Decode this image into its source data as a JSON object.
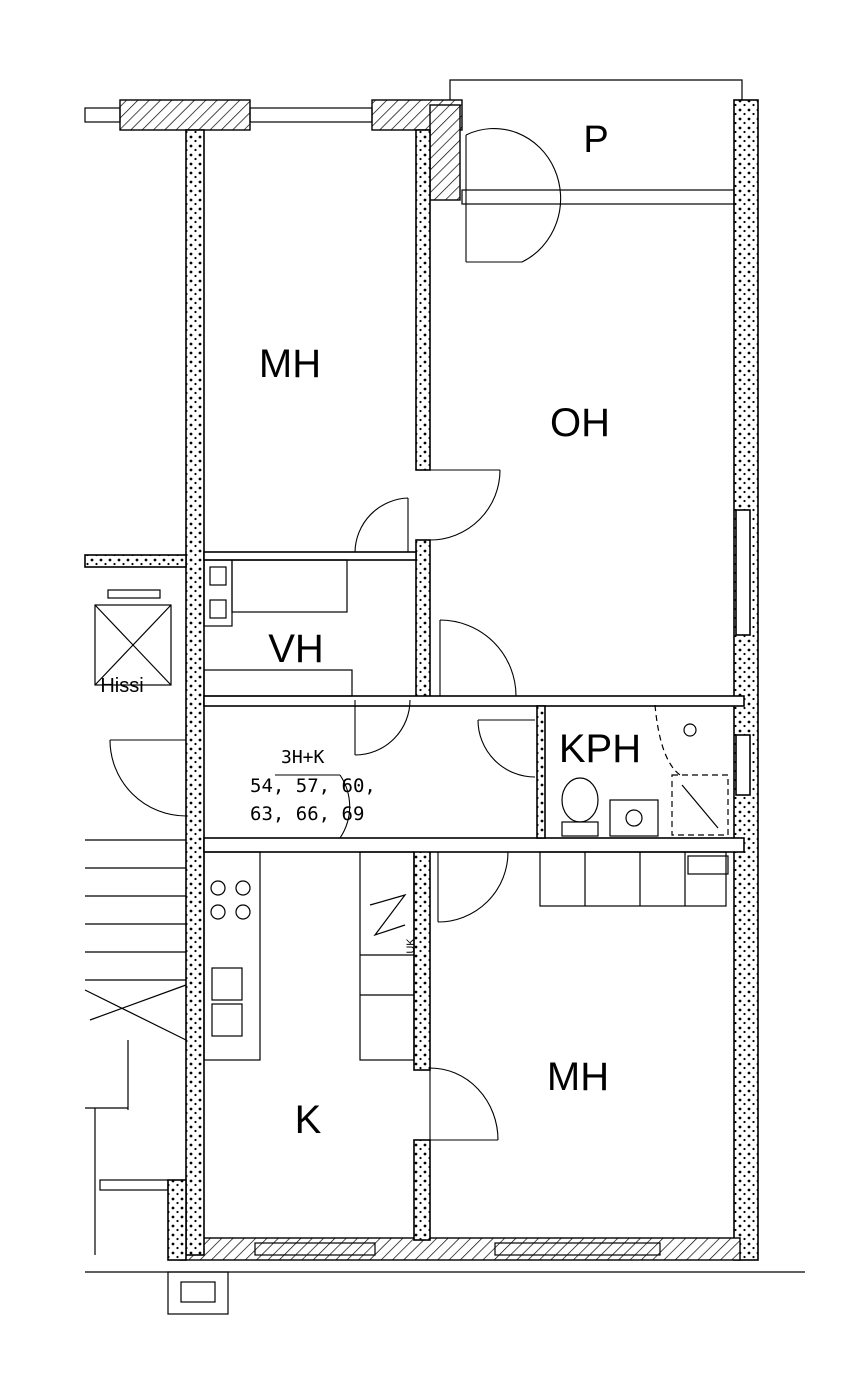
{
  "rooms": {
    "p": "P",
    "mh_top": "MH",
    "oh": "OH",
    "vh": "VH",
    "hissi": "Hissi",
    "kph": "KPH",
    "mh_bottom": "MH",
    "k": "K",
    "uk": "UK"
  },
  "apartment": {
    "type": "3H+K",
    "numbers_line1": "54, 57, 60,",
    "numbers_line2": "63, 66, 69"
  },
  "colors": {
    "ink": "#000000",
    "paper": "#ffffff"
  }
}
